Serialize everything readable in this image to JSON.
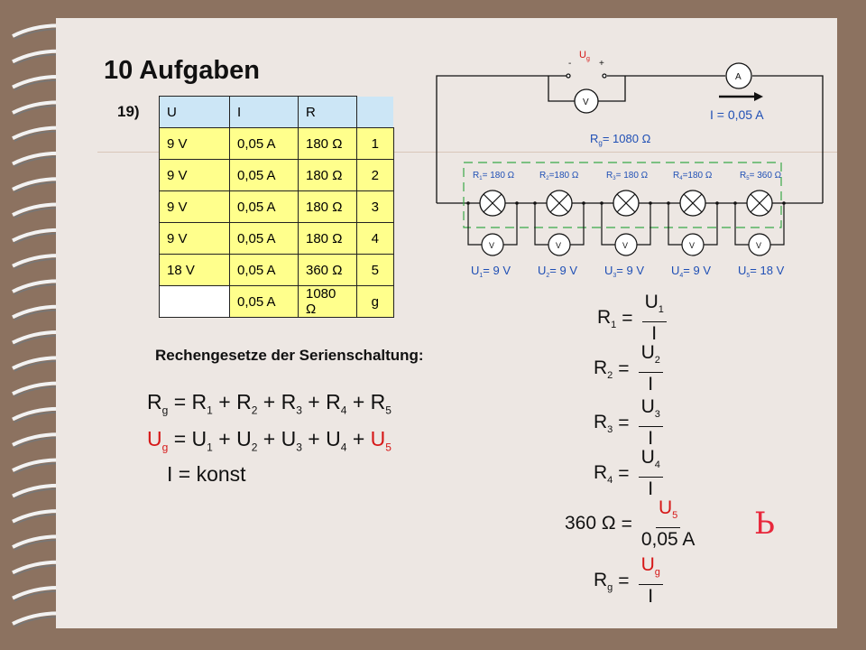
{
  "title": "10 Aufgaben",
  "task_number": "19)",
  "table": {
    "headers": [
      "U",
      "I",
      "R"
    ],
    "rows": [
      {
        "u": "9 V",
        "i": "0,05 A",
        "r": "180 Ω",
        "n": "1"
      },
      {
        "u": "9 V",
        "i": "0,05 A",
        "r": "180 Ω",
        "n": "2"
      },
      {
        "u": "9 V",
        "i": "0,05 A",
        "r": "180 Ω",
        "n": "3"
      },
      {
        "u": "9 V",
        "i": "0,05 A",
        "r": "180 Ω",
        "n": "4"
      },
      {
        "u": "18 V",
        "i": "0,05 A",
        "r": "360 Ω",
        "n": "5"
      },
      {
        "u": "",
        "i": "0,05 A",
        "r": "1080 Ω",
        "n": "g"
      }
    ]
  },
  "rules_heading": "Rechengesetze der Serienschaltung:",
  "formulas": {
    "rg_lhs": "R",
    "rg_lhs_sub": "g",
    "rg_terms": [
      {
        "s": "R",
        "i": "1"
      },
      {
        "s": "R",
        "i": "2"
      },
      {
        "s": "R",
        "i": "3"
      },
      {
        "s": "R",
        "i": "4"
      },
      {
        "s": "R",
        "i": "5"
      }
    ],
    "ug_lhs": "U",
    "ug_lhs_sub": "g",
    "ug_terms": [
      {
        "s": "U",
        "i": "1"
      },
      {
        "s": "U",
        "i": "2"
      },
      {
        "s": "U",
        "i": "3"
      },
      {
        "s": "U",
        "i": "4"
      },
      {
        "s": "U",
        "i": "5"
      }
    ],
    "i_line": "I = konst"
  },
  "right_formulas": [
    {
      "lhs": "R",
      "lhs_sub": "1",
      "num": "U",
      "num_sub": "1",
      "den": "I"
    },
    {
      "lhs": "R",
      "lhs_sub": "2",
      "num": "U",
      "num_sub": "2",
      "den": "I"
    },
    {
      "lhs": "R",
      "lhs_sub": "3",
      "num": "U",
      "num_sub": "3",
      "den": "I"
    },
    {
      "lhs": "R",
      "lhs_sub": "4",
      "num": "U",
      "num_sub": "4",
      "den": "I"
    },
    {
      "lhs": "360 Ω",
      "lhs_sub": "",
      "num": "U",
      "num_sub": "5",
      "den": "0,05 A"
    },
    {
      "lhs": "R",
      "lhs_sub": "g",
      "num": "U",
      "num_sub": "g",
      "den": "I"
    }
  ],
  "circuit": {
    "source_label": "U",
    "source_sub": "g",
    "minus": "-",
    "plus": "+",
    "voltmeter": "V",
    "ammeter": "A",
    "current": "I = 0,05 A",
    "rg_label": "R",
    "rg_sub": "g",
    "rg_value": "= 1080 Ω",
    "lamps": [
      {
        "r": "R",
        "sub": "1",
        "val": "= 180 Ω",
        "u": "U",
        "usub": "1",
        "uval": "= 9 V"
      },
      {
        "r": "R",
        "sub": "2",
        "val": "=180 Ω",
        "u": "U",
        "usub": "2",
        "uval": "= 9 V"
      },
      {
        "r": "R",
        "sub": "3",
        "val": "= 180 Ω",
        "u": "U",
        "usub": "3",
        "uval": "= 9 V"
      },
      {
        "r": "R",
        "sub": "4",
        "val": "=180 Ω",
        "u": "U",
        "usub": "4",
        "uval": "= 9 V"
      },
      {
        "r": "R",
        "sub": "5",
        "val": "= 360 Ω",
        "u": "U",
        "usub": "5",
        "uval": "= 18 V"
      }
    ]
  },
  "colors": {
    "red": "#d61818",
    "yellow": "#ffff8c",
    "header_blue": "#cce6f6",
    "dash_green": "#3aa848"
  },
  "mark": "Ь"
}
